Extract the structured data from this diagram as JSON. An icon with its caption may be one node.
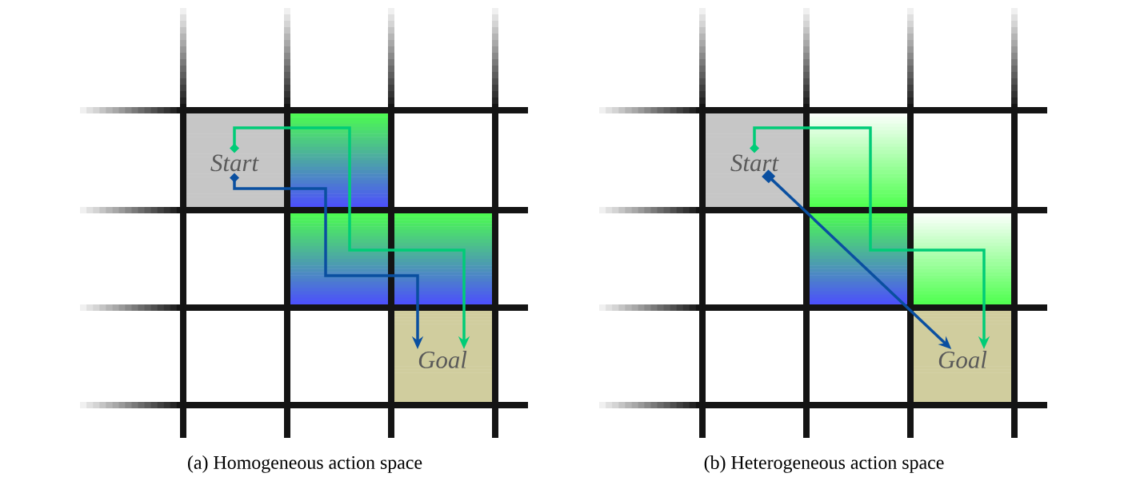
{
  "diagram": {
    "nodes": [
      {
        "text": [
          "Start"
        ]
      },
      {
        "text": [
          "Goal"
        ]
      },
      {
        "text": [
          "Start"
        ]
      },
      {
        "text": [
          "Goal"
        ]
      }
    ],
    "edges": [
      {
        "from": 0,
        "to": 1,
        "arrow": "to",
        "color": "#00cc77"
      },
      {
        "from": 0,
        "to": 1,
        "arrow": "to",
        "color": "#0a4fa0"
      },
      {
        "from": 2,
        "to": 3,
        "arrow": "to",
        "color": "#00cc77"
      },
      {
        "from": 2,
        "to": 3,
        "arrow": "to",
        "color": "#0a4fa0"
      }
    ],
    "labels": [
      "(a) Homogeneous action space",
      "(b) Heterogeneous action space"
    ]
  }
}
